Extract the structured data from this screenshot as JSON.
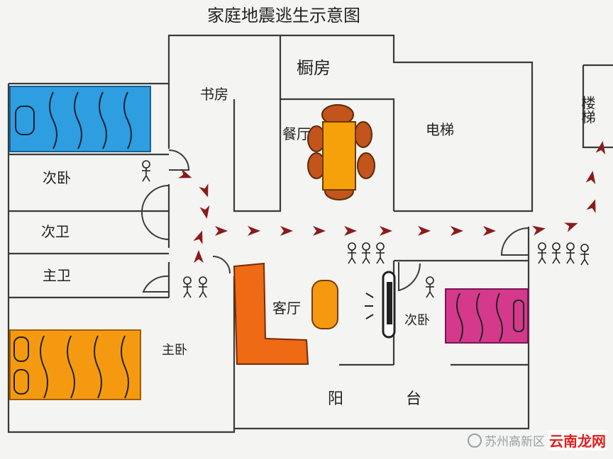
{
  "title": "家庭地震逃生示意图",
  "rooms": {
    "study": "书房",
    "kitchen": "橱房",
    "dining": "餐厅",
    "elevator": "电梯",
    "stairs": "楼梯",
    "second_bedroom_left": "次卧",
    "second_bath": "次卫",
    "master_bath": "主卫",
    "master_bedroom": "主卧",
    "living_room": "客厅",
    "second_bedroom_right": "次卧",
    "balcony_1": "阳",
    "balcony_2": "台"
  },
  "watermark": {
    "source": "苏州高新区",
    "brand": "云南龙网"
  },
  "colors": {
    "route": "#8b1a1a",
    "bed_blue": "#2e9ee0",
    "bed_orange": "#f59a10",
    "bed_pink": "#d4398c",
    "sofa": "#ee6a14",
    "table": "#f6a10a",
    "chair": "#c2541c",
    "wall": "#3a3a3a"
  }
}
